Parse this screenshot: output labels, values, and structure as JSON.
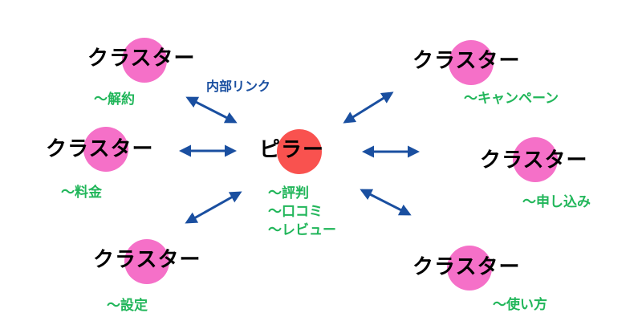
{
  "colors": {
    "cluster": "#f570c8",
    "pillar": "#f9524f",
    "arrow": "#1a4fa0",
    "subtext": "#21b65a",
    "text": "#000000"
  },
  "link_label": "内部リンク",
  "pillar": {
    "label": "ピラー",
    "subs": [
      "〜評判",
      "〜口コミ",
      "〜レビュー"
    ]
  },
  "clusters": [
    {
      "label": "クラスター",
      "sub": "〜解約"
    },
    {
      "label": "クラスター",
      "sub": "〜料金"
    },
    {
      "label": "クラスター",
      "sub": "〜設定"
    },
    {
      "label": "クラスター",
      "sub": "〜キャンペーン"
    },
    {
      "label": "クラスター",
      "sub": "〜申し込み"
    },
    {
      "label": "クラスター",
      "sub": "〜使い方"
    }
  ]
}
